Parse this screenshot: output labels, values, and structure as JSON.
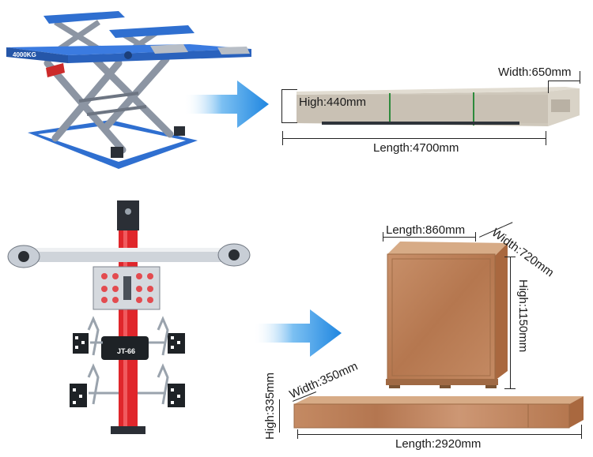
{
  "lift": {
    "capacity_label": "4000KG"
  },
  "lift_package": {
    "height_label": "High:440mm",
    "width_label": "Width:650mm",
    "length_label": "Length:4700mm"
  },
  "aligner": {
    "model_label": "JT-66"
  },
  "aligner_crate": {
    "length_label": "Length:860mm",
    "width_label": "Width:720mm",
    "height_label": "High:1150mm"
  },
  "beam_crate": {
    "width_label": "Width:350mm",
    "height_label": "High:335mm",
    "length_label": "Length:2920mm"
  },
  "colors": {
    "lift_blue": "#2f6fd0",
    "lift_frame": "#8c95a3",
    "aligner_red": "#e0262b",
    "arrow_blue": "#2d8fe0",
    "crate_wood": "#c08660",
    "package_beige": "#c9c1b4"
  },
  "icons": {
    "arrow_top": "arrow-right-icon",
    "arrow_bottom": "arrow-right-icon"
  }
}
